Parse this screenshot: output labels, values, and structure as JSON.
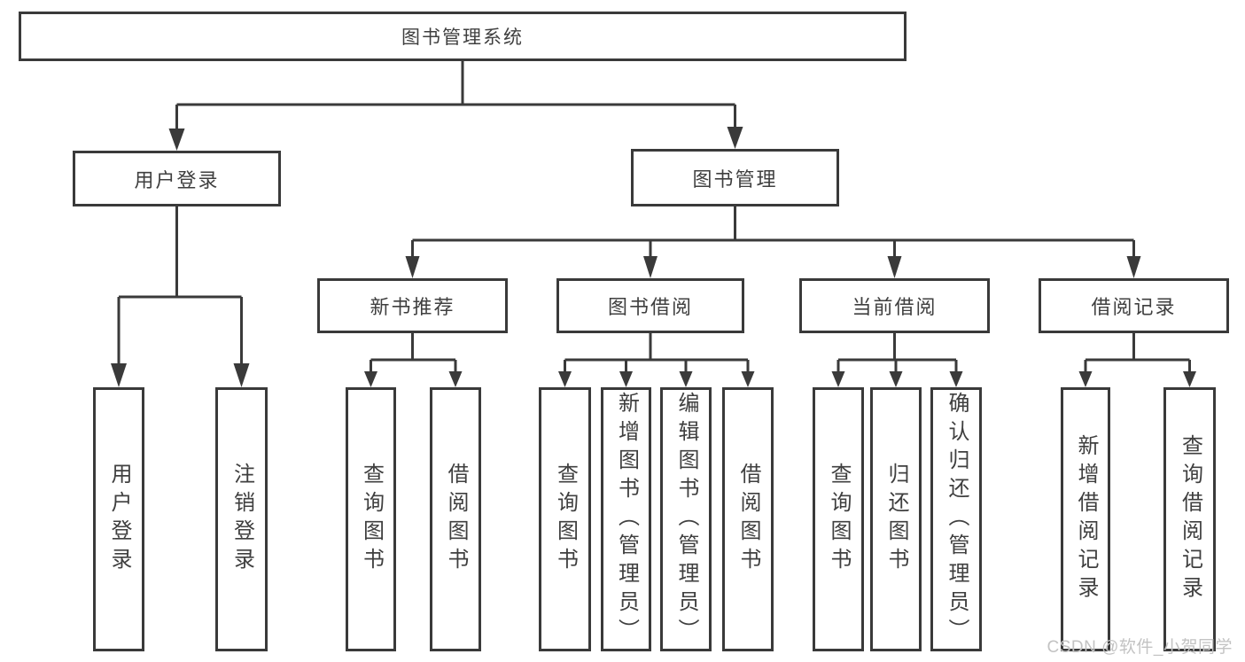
{
  "colors": {
    "line": "#3a3a3a",
    "text": "#3f3f3f",
    "watermark": "#c3c3c3",
    "background": "#ffffff"
  },
  "watermark": "CSDN @软件_小贺同学",
  "tree": {
    "root": "图书管理系统",
    "branches": [
      {
        "label": "用户登录",
        "children": [
          "用户登录",
          "注销登录"
        ]
      },
      {
        "label": "图书管理",
        "groups": [
          {
            "label": "新书推荐",
            "children": [
              "查询图书",
              "借阅图书"
            ]
          },
          {
            "label": "图书借阅",
            "children": [
              "查询图书",
              "新增图书（管理员）",
              "编辑图书（管理员）",
              "借阅图书"
            ]
          },
          {
            "label": "当前借阅",
            "children": [
              "查询图书",
              "归还图书",
              "确认归还（管理员）"
            ]
          },
          {
            "label": "借阅记录",
            "children": [
              "新增借阅记录",
              "查询借阅记录"
            ]
          }
        ]
      }
    ]
  }
}
